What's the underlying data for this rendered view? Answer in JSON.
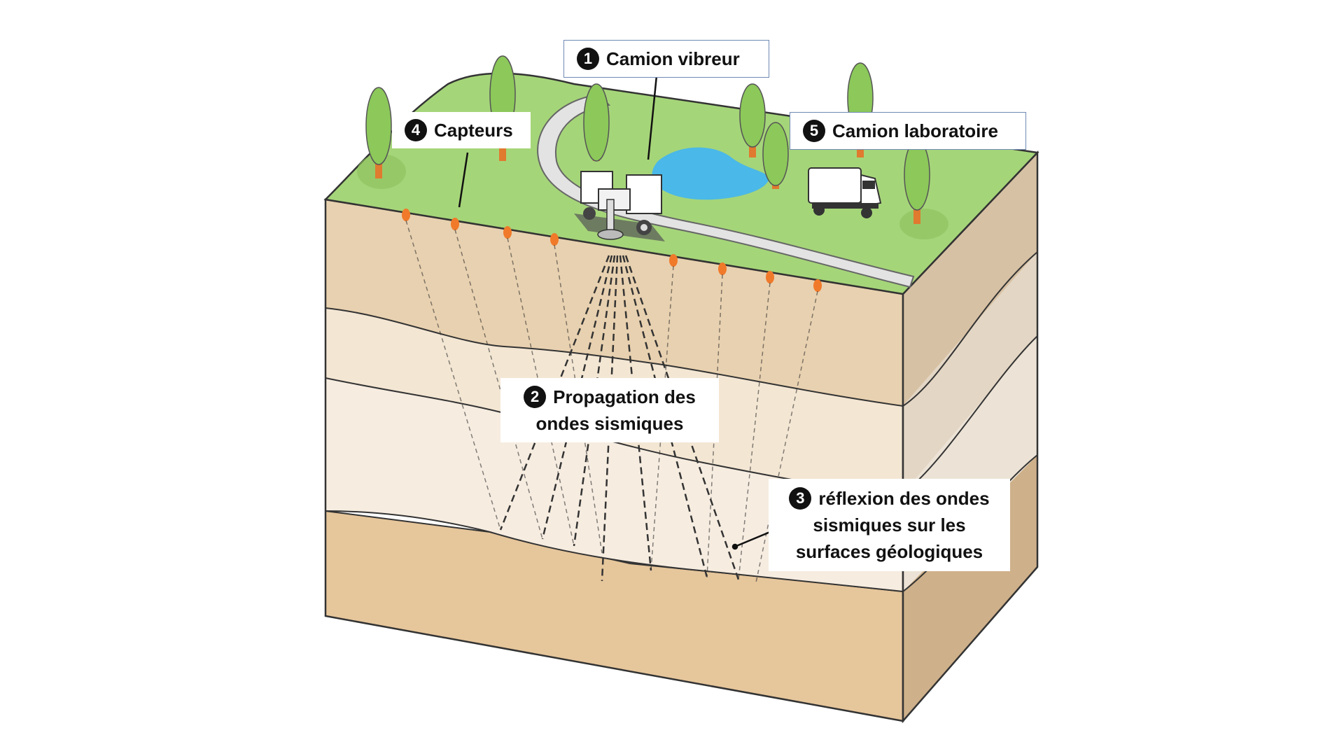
{
  "labels": {
    "vibrator_truck": {
      "number": "1",
      "text": "Camion vibreur"
    },
    "propagation": {
      "number": "2",
      "line1": "Propagation des",
      "line2": "ondes sismiques"
    },
    "reflection": {
      "number": "3",
      "line1": "réflexion des ondes",
      "line2": "sismiques sur les",
      "line3": "surfaces géologiques"
    },
    "sensors": {
      "number": "4",
      "text": "Capteurs"
    },
    "lab_truck": {
      "number": "5",
      "text": "Camion laboratoire"
    }
  },
  "colors": {
    "grass": "#9fd275",
    "layer_top": "#e8d1b0",
    "layer_2": "#f3e6d3",
    "layer_3": "#f6ece0",
    "layer_bottom": "#e6c69b",
    "side_dark": "#c9b08f",
    "sensor": "#f07a2a",
    "pond": "#4ab8e8",
    "road": "#e3e3e3",
    "tree": "#8cc85a",
    "trunk": "#e07a2f"
  }
}
